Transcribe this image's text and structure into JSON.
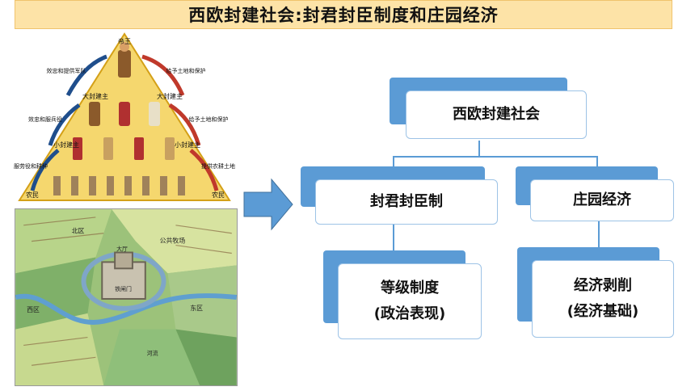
{
  "title": "西欧封建社会:封君封臣制度和庄园经济",
  "pyramid": {
    "levels": [
      "帝王",
      "大封建主",
      "小封建主",
      "农民"
    ],
    "left_labels": [
      "效忠和提供军队",
      "效忠和服兵役",
      "服劳役和耕种"
    ],
    "right_labels": [
      "给予土地和保护",
      "给予土地和保护",
      "提供农耕土地"
    ]
  },
  "map": {
    "labels": [
      "北区",
      "公共牧场",
      "西区",
      "东区",
      "铁闸门",
      "大厅",
      "河流"
    ]
  },
  "diagram": {
    "root": "西欧封建社会",
    "left_branch": "封君封臣制",
    "right_branch": "庄园经济",
    "left_leaf_line1": "等级制度",
    "left_leaf_line2": "(政治表现)",
    "right_leaf_line1": "经济剥削",
    "right_leaf_line2": "(经济基础)"
  }
}
